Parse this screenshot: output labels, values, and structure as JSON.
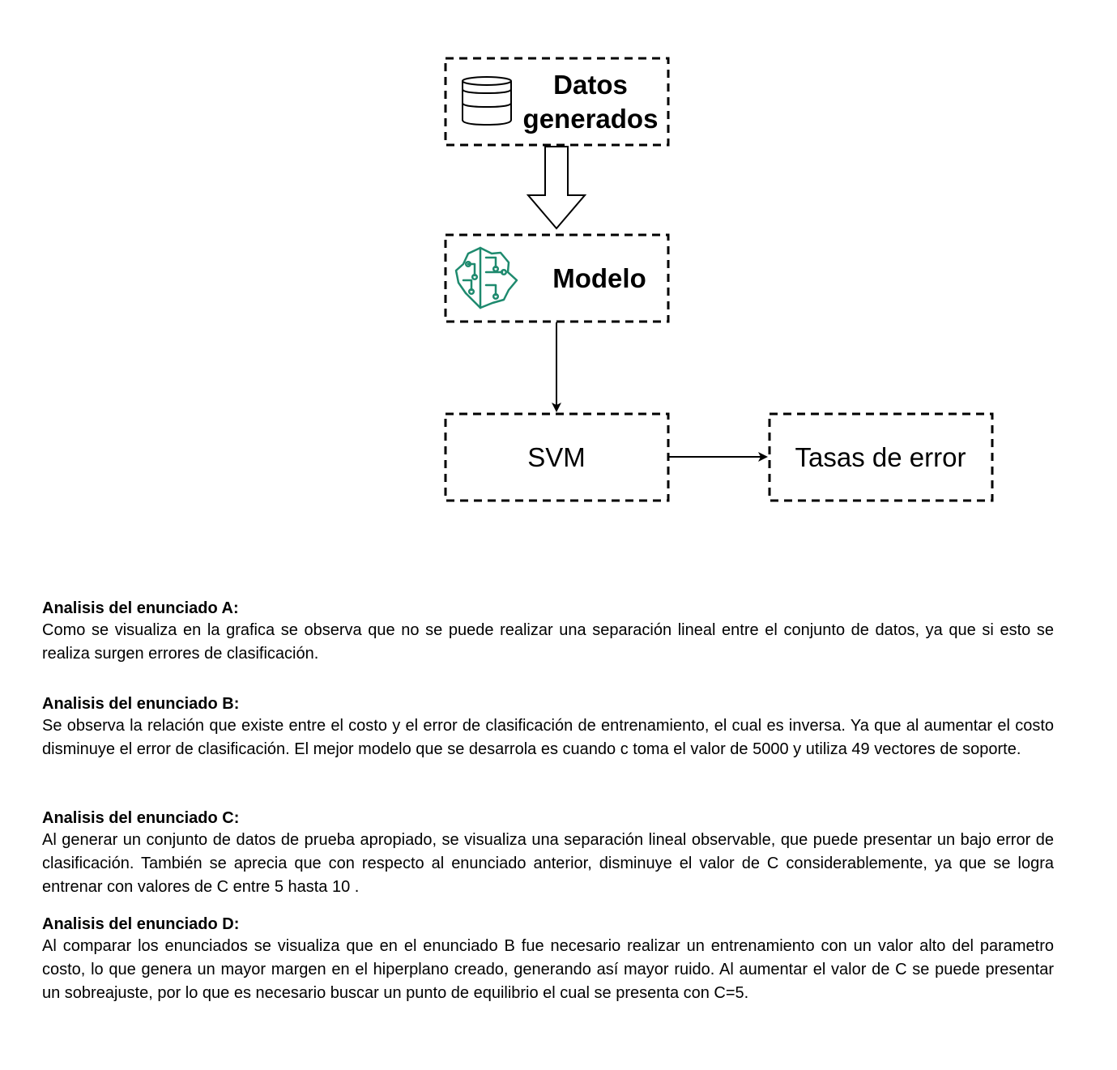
{
  "diagram": {
    "nodes": {
      "datos": {
        "line1": "Datos",
        "line2": "generados",
        "icon": "database-icon"
      },
      "modelo": {
        "label": "Modelo",
        "icon": "ai-brain-icon",
        "icon_color": "#1e8a6e"
      },
      "svm": {
        "label": "SVM"
      },
      "tasas": {
        "label": "Tasas de error"
      }
    },
    "edges": [
      {
        "from": "Datos generados",
        "to": "Modelo",
        "style": "hollow-block-arrow"
      },
      {
        "from": "Modelo",
        "to": "SVM",
        "style": "line-arrow"
      },
      {
        "from": "SVM",
        "to": "Tasas de error",
        "style": "line-arrow"
      }
    ]
  },
  "analysis": {
    "a": {
      "title": "Analisis del enunciado A:",
      "text": "Como se visualiza en la grafica se observa que no se puede realizar una separación lineal entre el conjunto de datos, ya que si esto se realiza surgen errores de clasificación."
    },
    "b": {
      "title": "Analisis del enunciado B:",
      "text": "Se observa la relación que existe entre el costo y el error de clasificación de entrenamiento, el cual es inversa. Ya que al aumentar el costo disminuye el error de clasificación.  El mejor modelo que se desarrola es cuando c toma el valor de 5000 y utiliza 49 vectores de soporte."
    },
    "c": {
      "title": "Analisis del enunciado C:",
      "text": "Al generar un conjunto de datos de prueba apropiado, se visualiza una separación lineal observable, que puede presentar un bajo error de clasificación. También se aprecia que con respecto al enunciado anterior, disminuye el valor de C considerablemente, ya que se logra entrenar con valores de C entre 5 hasta 10 ."
    },
    "d": {
      "title": "Analisis del enunciado D:",
      "text": "Al comparar los enunciados se visualiza que en el enunciado B fue necesario realizar un entrenamiento con un valor alto del parametro costo,  lo que genera un mayor margen en el hiperplano creado, generando así mayor ruido. Al aumentar el valor de C se puede presentar un sobreajuste, por lo que es necesario buscar un punto de equilibrio el cual se presenta con C=5."
    }
  }
}
